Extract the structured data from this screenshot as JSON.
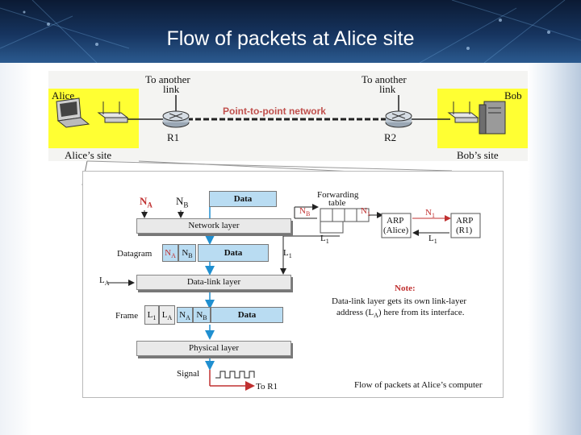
{
  "title": "Flow of packets at Alice site",
  "top_diagram": {
    "alice_label": "Alice",
    "bob_label": "Bob",
    "to_another_link_left": [
      "To another",
      "link"
    ],
    "to_another_link_right": [
      "To another",
      "link"
    ],
    "network_label": "Point-to-point network",
    "r1_label": "R1",
    "r2_label": "R2",
    "alice_site": "Alice’s site",
    "bob_site": "Bob’s site",
    "colors": {
      "site": "#ffff33",
      "network": "#c0504d"
    }
  },
  "bottom_diagram": {
    "na": "N",
    "na_sub": "A",
    "nb": "N",
    "nb_sub": "B",
    "data_label": "Data",
    "network_layer": "Network layer",
    "datagram_label": "Datagram",
    "datagram_na": "N",
    "datagram_nb": "N",
    "datagram_data": "Data",
    "datalink_layer": "Data-link layer",
    "frame_label": "Frame",
    "frame_l1": "L",
    "frame_la": "L",
    "frame_na": "N",
    "frame_nb": "N",
    "frame_data": "Data",
    "physical_layer": "Physical layer",
    "signal_label": "Signal",
    "to_r1": "To R1",
    "la_left": "L",
    "la_left_sub": "A",
    "l1_label": "L",
    "l1_sub": "1",
    "forwarding_table": [
      "Forwarding",
      "table"
    ],
    "fw_nb": "N",
    "fw_nb_sub": "B",
    "fw_n1": "N",
    "fw_n1_sub": "1",
    "fw_l1": "L",
    "fw_l1_sub": "1",
    "arp_alice": [
      "ARP",
      "(Alice)"
    ],
    "arp_n1": "N",
    "arp_n1_sub": "1",
    "arp_l1": "L",
    "arp_l1_sub": "1",
    "arp_r1": [
      "ARP",
      "(R1)"
    ],
    "note_title": "Note:",
    "note_line1": "Data-link layer gets its own link-layer",
    "note_line2_pre": "address (L",
    "note_line2_sub": "A",
    "note_line2_post": ") here from its interface.",
    "caption": "Flow of packets at Alice’s computer",
    "colors": {
      "data_box": "#b9dcf2",
      "arrow": "#1f8fd0",
      "red": "#c03030"
    }
  }
}
